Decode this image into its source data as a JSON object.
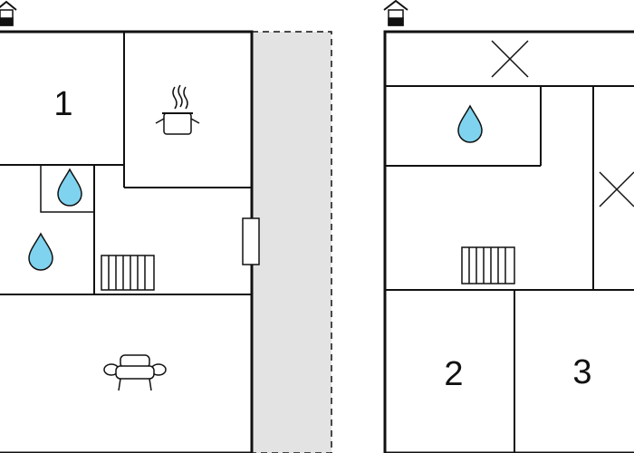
{
  "floors": [
    {
      "name": "ground-floor",
      "rooms": [
        {
          "label": "1"
        }
      ],
      "icons": [
        "house-icon",
        "bedroom-number",
        "cooking-pot-icon",
        "water-drop-icon",
        "water-drop-icon",
        "radiator-icon",
        "armchair-icon",
        "door-icon",
        "terrace-area"
      ]
    },
    {
      "name": "upper-floor",
      "rooms": [
        {
          "label": "2"
        },
        {
          "label": "3"
        }
      ],
      "icons": [
        "house-icon",
        "water-drop-icon",
        "radiator-icon",
        "void-cross-icon",
        "void-cross-icon"
      ]
    }
  ],
  "colors": {
    "wall": "#111111",
    "water": "#7fd3ee",
    "terrace": "#e3e3e3"
  }
}
